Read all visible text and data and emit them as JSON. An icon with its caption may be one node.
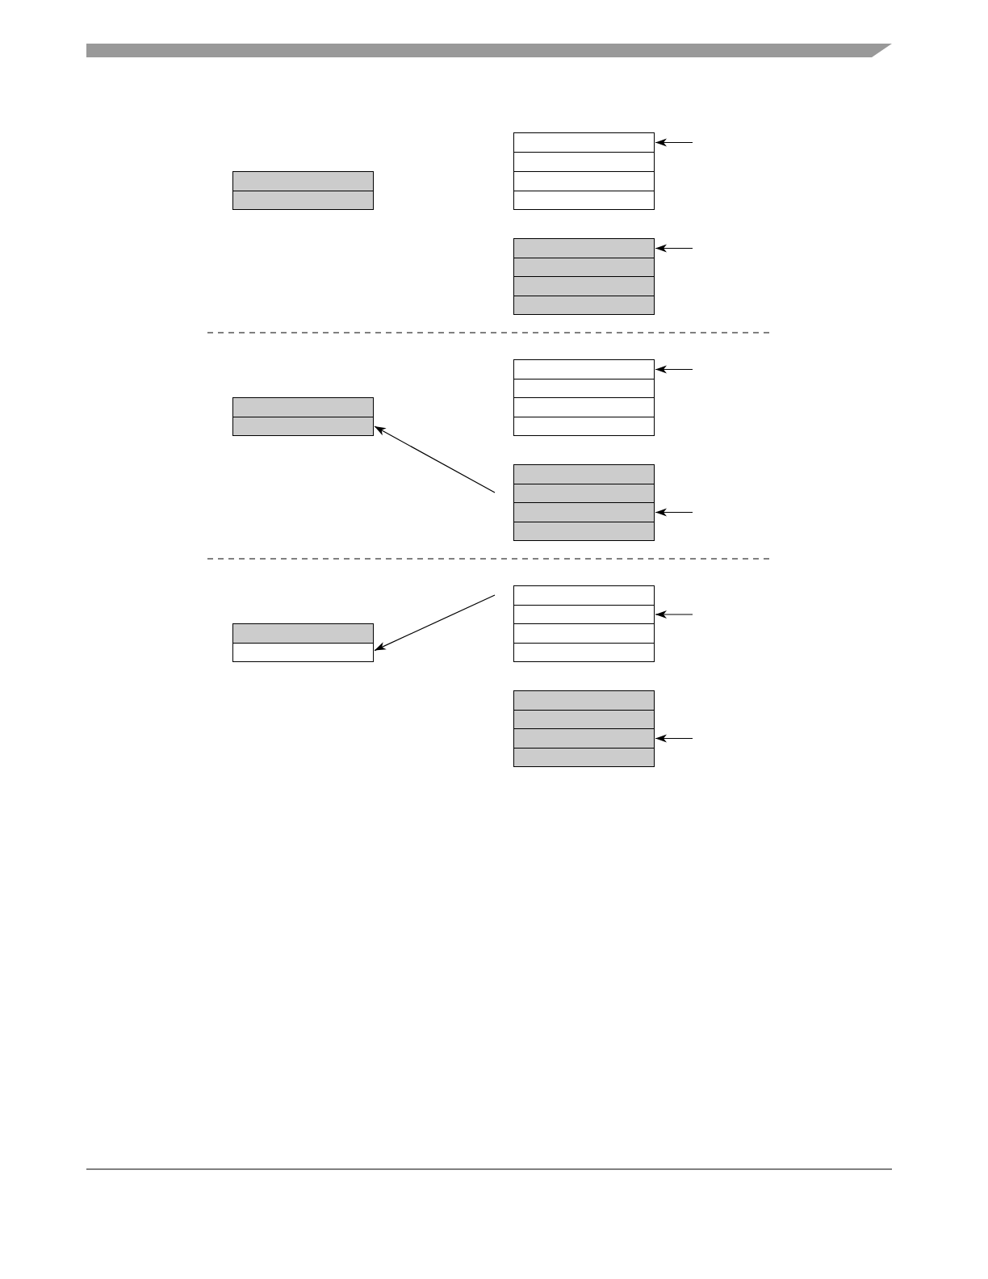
{
  "diagram": {
    "nodes": [
      {
        "text": [],
        "shape": "box"
      },
      {
        "text": [],
        "shape": "box"
      },
      {
        "text": [],
        "shape": "box"
      },
      {
        "text": [],
        "shape": "box"
      },
      {
        "text": [],
        "shape": "box"
      },
      {
        "text": [],
        "shape": "box"
      },
      {
        "text": [],
        "shape": "box"
      },
      {
        "text": [],
        "shape": "box"
      },
      {
        "text": [],
        "shape": "box"
      },
      {
        "text": [],
        "shape": "box"
      },
      {
        "text": [],
        "shape": "box"
      },
      {
        "text": [],
        "shape": "box"
      },
      {
        "text": [],
        "shape": "box"
      },
      {
        "text": [],
        "shape": "box"
      },
      {
        "text": [],
        "shape": "box"
      },
      {
        "text": [],
        "shape": "box"
      },
      {
        "text": [],
        "shape": "box"
      },
      {
        "text": [],
        "shape": "box"
      },
      {
        "text": [],
        "shape": "box"
      },
      {
        "text": [],
        "shape": "box"
      },
      {
        "text": [],
        "shape": "box"
      },
      {
        "text": [],
        "shape": "box"
      },
      {
        "text": [],
        "shape": "box"
      },
      {
        "text": [],
        "shape": "box"
      },
      {
        "text": [],
        "shape": "box"
      },
      {
        "text": [],
        "shape": "box"
      },
      {
        "text": [],
        "shape": "box"
      },
      {
        "text": [],
        "shape": "box"
      },
      {
        "text": [],
        "shape": "box"
      },
      {
        "text": [],
        "shape": "box"
      }
    ],
    "edges": [
      {
        "from": null,
        "to": 0,
        "arrow": "to"
      },
      {
        "from": null,
        "to": 6,
        "arrow": "to"
      },
      {
        "from": null,
        "to": 10,
        "arrow": "to"
      },
      {
        "from": null,
        "to": 15,
        "arrow": "to"
      },
      {
        "from": null,
        "to": 18,
        "arrow": "to"
      },
      {
        "from": null,
        "to": 21,
        "arrow": "to"
      },
      {
        "from": null,
        "to": 25,
        "arrow": "to"
      },
      {
        "from": null,
        "to": 28,
        "arrow": "to"
      }
    ]
  }
}
